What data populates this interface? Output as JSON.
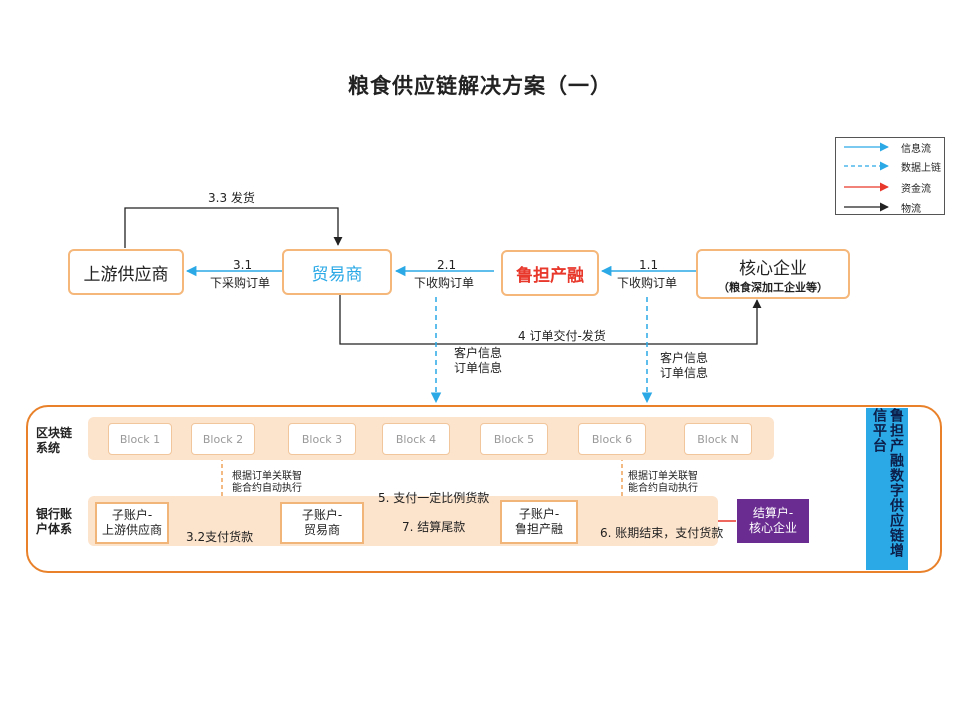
{
  "title": "粮食供应链解决方案（一）",
  "nodes": {
    "upstream": "上游供应商",
    "trader": "贸易商",
    "ludan": "鲁担产融",
    "core": "核心企业",
    "core_sub": "（粮食深加工企业等）"
  },
  "flows": {
    "ship_33": "3.3 发货",
    "step_31_num": "3.1",
    "step_31_text": "下采购订单",
    "step_21_num": "2.1",
    "step_21_text": "下收购订单",
    "step_11_num": "1.1",
    "step_11_text": "下收购订单",
    "delivery_4": "4 订单交付-发货",
    "upload_left_1": "客户信息",
    "upload_left_2": "订单信息",
    "upload_right_1": "客户信息",
    "upload_right_2": "订单信息"
  },
  "legend": {
    "info": "信息流",
    "data": "数据上链",
    "fund": "资金流",
    "logistics": "物流"
  },
  "colors": {
    "info": "#2aa9e6",
    "fund": "#e8372b",
    "logistics": "#222222",
    "accent_orange": "#e8812a",
    "purple": "#6a2c91"
  },
  "platform": {
    "blockchain_label": "区块链系统",
    "bank_label": "银行账户体系",
    "blocks": [
      "Block 1",
      "Block 2",
      "Block 3",
      "Block 4",
      "Block 5",
      "Block 6",
      "Block N"
    ],
    "contract_note_left_1": "根据订单关联智",
    "contract_note_left_2": "能合约自动执行",
    "contract_note_right_1": "根据订单关联智",
    "contract_note_right_2": "能合约自动执行",
    "accounts": {
      "upstream_1": "子账户-",
      "upstream_2": "上游供应商",
      "trader_1": "子账户-",
      "trader_2": "贸易商",
      "ludan_1": "子账户-",
      "ludan_2": "鲁担产融",
      "settle_1": "结算户-",
      "settle_2": "核心企业"
    },
    "pay_32": "3.2支付货款",
    "pay_5": "5. 支付一定比例货款",
    "pay_7": "7. 结算尾款",
    "pay_6": "6. 账期结束，支付货款",
    "sidebar": "鲁担产融数字供应链增信平台"
  }
}
